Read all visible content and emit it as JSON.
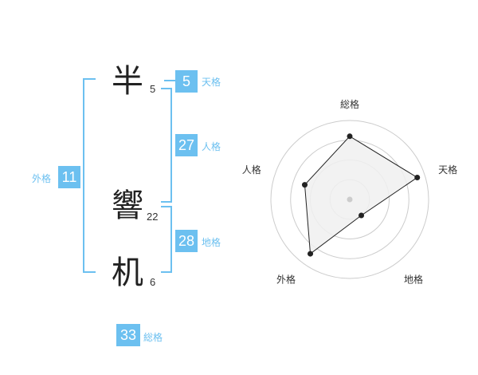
{
  "name": {
    "chars": [
      {
        "char": "半",
        "strokes": "5"
      },
      {
        "char": "響",
        "strokes": "22"
      },
      {
        "char": "机",
        "strokes": "6"
      }
    ]
  },
  "fortune": {
    "tenkaku": {
      "label": "天格",
      "value": "5"
    },
    "jinkaku": {
      "label": "人格",
      "value": "27"
    },
    "chikaku": {
      "label": "地格",
      "value": "28"
    },
    "gaikaku": {
      "label": "外格",
      "value": "11"
    },
    "soukaku": {
      "label": "総格",
      "value": "33"
    }
  },
  "chart_data": {
    "type": "radar",
    "axes": [
      "総格",
      "天格",
      "地格",
      "外格",
      "人格"
    ],
    "values": [
      0.8,
      0.9,
      0.25,
      0.85,
      0.6
    ],
    "max": 1,
    "rings": 4,
    "colors": {
      "fill": "#f0f0f0",
      "line": "#222222",
      "grid": "#cccccc",
      "center": "#cccccc"
    }
  },
  "colors": {
    "accent": "#6cc0f0",
    "text": "#222222"
  }
}
